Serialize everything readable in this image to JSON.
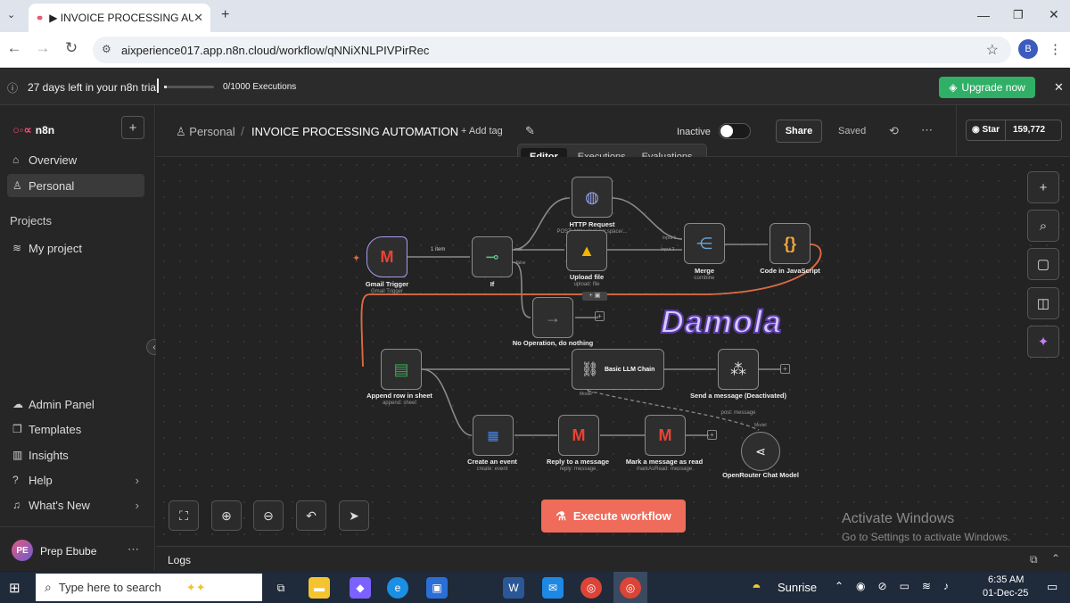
{
  "browser": {
    "tab_title": "▶ INVOICE PROCESSING AUTO",
    "url": "aixperience017.app.n8n.cloud/workflow/qNNiXNLPIVPirRec",
    "profile_initial": "B"
  },
  "trial": {
    "text": "27 days left in your n8n trial",
    "executions": "0/1000 Executions",
    "upgrade_label": "Upgrade now"
  },
  "sidebar": {
    "logo": "n8n",
    "overview": "Overview",
    "personal": "Personal",
    "projects_heading": "Projects",
    "my_project": "My project",
    "admin_panel": "Admin Panel",
    "templates": "Templates",
    "insights": "Insights",
    "help": "Help",
    "whats_new": "What's New",
    "user_initials": "PE",
    "user_name": "Prep Ebube"
  },
  "header": {
    "breadcrumb_project": "Personal",
    "workflow_name": "INVOICE PROCESSING AUTOMATION",
    "add_tag": "+ Add tag",
    "status": "Inactive",
    "share": "Share",
    "saved": "Saved",
    "star": "Star",
    "star_count": "159,772",
    "tabs": [
      "Editor",
      "Executions",
      "Evaluations"
    ]
  },
  "nodes": {
    "gmail_trigger": {
      "title": "Gmail Trigger",
      "sub": "Gmail Trigger"
    },
    "if": {
      "title": "If"
    },
    "http": {
      "title": "HTTP Request",
      "sub": "POST: https://api.ocr.space/..."
    },
    "upload": {
      "title": "Upload file",
      "sub": "upload: file"
    },
    "merge": {
      "title": "Merge",
      "sub": "combine"
    },
    "code": {
      "title": "Code in JavaScript"
    },
    "noop": {
      "title": "No Operation, do nothing"
    },
    "append": {
      "title": "Append row in sheet",
      "sub": "append: sheet"
    },
    "llm": {
      "title": "Basic LLM Chain"
    },
    "slack": {
      "title": "Send a message (Deactivated)",
      "sub": "post: message"
    },
    "calendar": {
      "title": "Create an event",
      "sub": "create: event"
    },
    "reply": {
      "title": "Reply to a message",
      "sub": "reply: message"
    },
    "mark": {
      "title": "Mark a message as read",
      "sub": "markAsRead: message"
    },
    "openrouter": {
      "title": "OpenRouter Chat Model"
    }
  },
  "edge_labels": {
    "items": "1 item",
    "true": "true",
    "false": "false",
    "input1": "Input 1",
    "input2": "Input 2",
    "model": "Model*",
    "model2": "Model"
  },
  "watermark": "Damola",
  "execute_label": "Execute workflow",
  "activate": {
    "title": "Activate Windows",
    "sub": "Go to Settings to activate Windows."
  },
  "logs_label": "Logs",
  "taskbar": {
    "search_placeholder": "Type here to search",
    "weather": "Sunrise",
    "time": "6:35 AM",
    "date": "01-Dec-25"
  }
}
